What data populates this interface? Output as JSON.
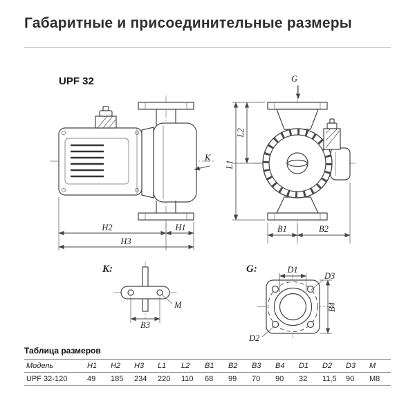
{
  "page": {
    "title": "Габаритные и присоединительные размеры",
    "table_heading": "Таблица размеров"
  },
  "drawing": {
    "model_label": "UPF 32",
    "side": {
      "h1": "H1",
      "h2": "H2",
      "h3": "H3",
      "k_label": "K"
    },
    "front": {
      "g_label": "G",
      "l1": "L1",
      "l2": "L2",
      "b1": "B1",
      "b2": "B2"
    },
    "detail_k": {
      "title": "K:",
      "m_label": "M",
      "b3": "B3"
    },
    "detail_g": {
      "title": "G:",
      "d1": "D1",
      "d2": "D2",
      "d3": "D3",
      "b4": "B4"
    }
  },
  "table": {
    "columns": [
      "Модель",
      "H1",
      "H2",
      "H3",
      "L1",
      "L2",
      "B1",
      "B2",
      "B3",
      "B4",
      "D1",
      "D2",
      "D3",
      "M"
    ],
    "rows": [
      [
        "UPF 32-120",
        "49",
        "185",
        "234",
        "220",
        "110",
        "68",
        "99",
        "70",
        "90",
        "32",
        "11,5",
        "90",
        "M8"
      ]
    ]
  }
}
